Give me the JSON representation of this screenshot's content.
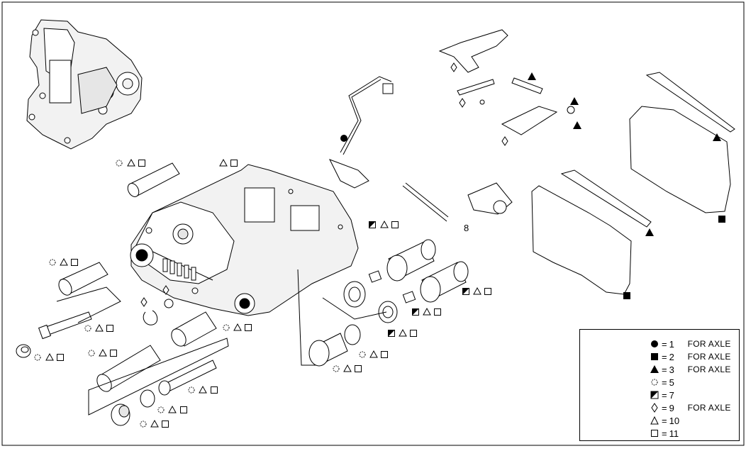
{
  "callouts": [
    {
      "text": "8"
    }
  ],
  "legend": [
    {
      "symbol": "filled-circle",
      "icon": "filled-circle-icon",
      "number": "1",
      "note": "FOR AXLE"
    },
    {
      "symbol": "filled-square",
      "icon": "filled-square-icon",
      "number": "2",
      "note": "FOR AXLE"
    },
    {
      "symbol": "filled-triangle",
      "icon": "filled-triangle-icon",
      "number": "3",
      "note": "FOR AXLE"
    },
    {
      "symbol": "dotted-circle",
      "icon": "dotted-circle-icon",
      "number": "5",
      "note": ""
    },
    {
      "symbol": "half-square",
      "icon": "half-filled-square-icon",
      "number": "7",
      "note": ""
    },
    {
      "symbol": "diamond",
      "icon": "open-diamond-icon",
      "number": "9",
      "note": "FOR AXLE"
    },
    {
      "symbol": "open-triangle",
      "icon": "open-triangle-icon",
      "number": "10",
      "note": ""
    },
    {
      "symbol": "open-square",
      "icon": "open-square-icon",
      "number": "11",
      "note": ""
    }
  ],
  "legend_equals": "=",
  "colors": {
    "ink": "#000000",
    "paper": "#ffffff",
    "part_fill": "#f2f2f2",
    "shadow": "#cfcfcf"
  }
}
